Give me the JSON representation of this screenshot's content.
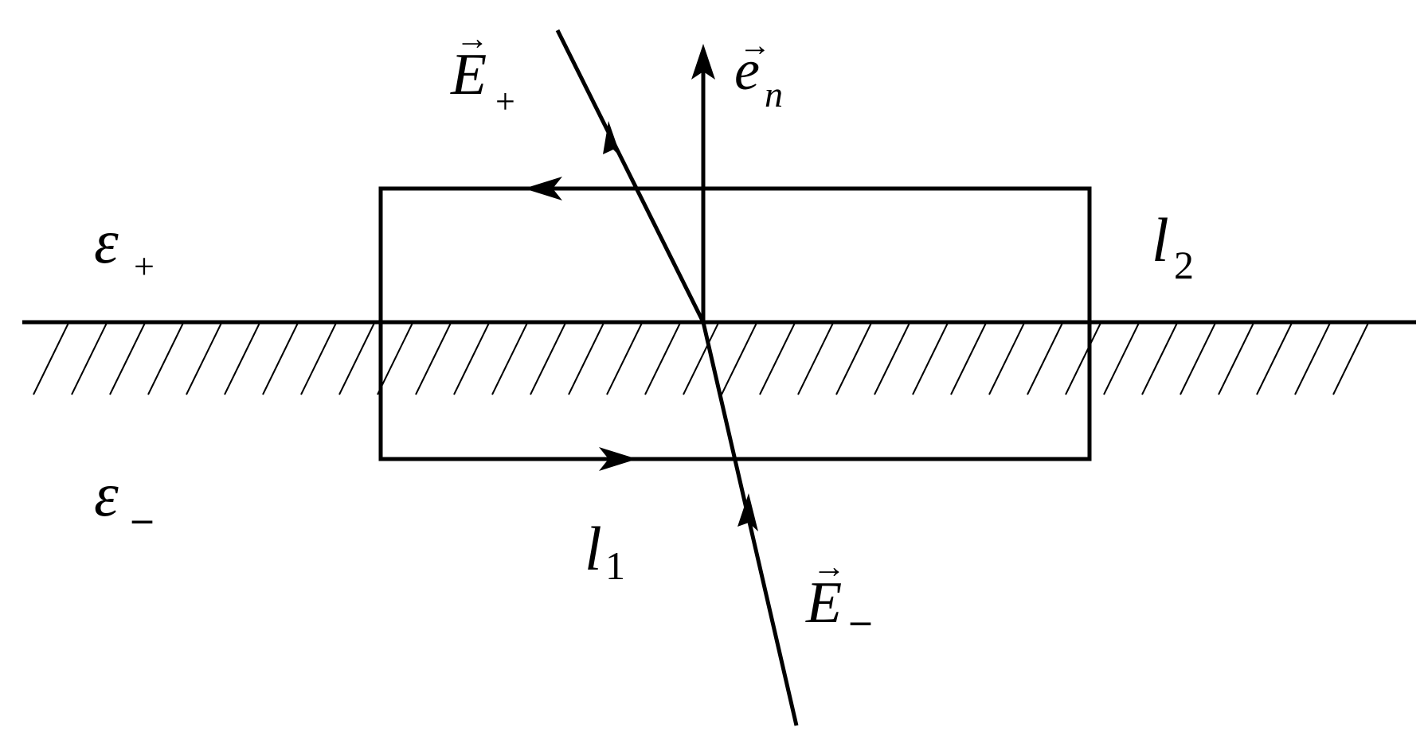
{
  "labels": {
    "field_above": {
      "base": "E",
      "sub": "+"
    },
    "field_below": {
      "base": "E",
      "sub": "–"
    },
    "normal": {
      "base": "e",
      "sub": "n"
    },
    "medium_above": {
      "base": "ε",
      "sub": "+"
    },
    "medium_below": {
      "base": "ε",
      "sub": "–"
    },
    "side_bottom": {
      "base": "l",
      "sub": "1"
    },
    "side_right": {
      "base": "l",
      "sub": "2"
    }
  },
  "vector_mark": "→"
}
